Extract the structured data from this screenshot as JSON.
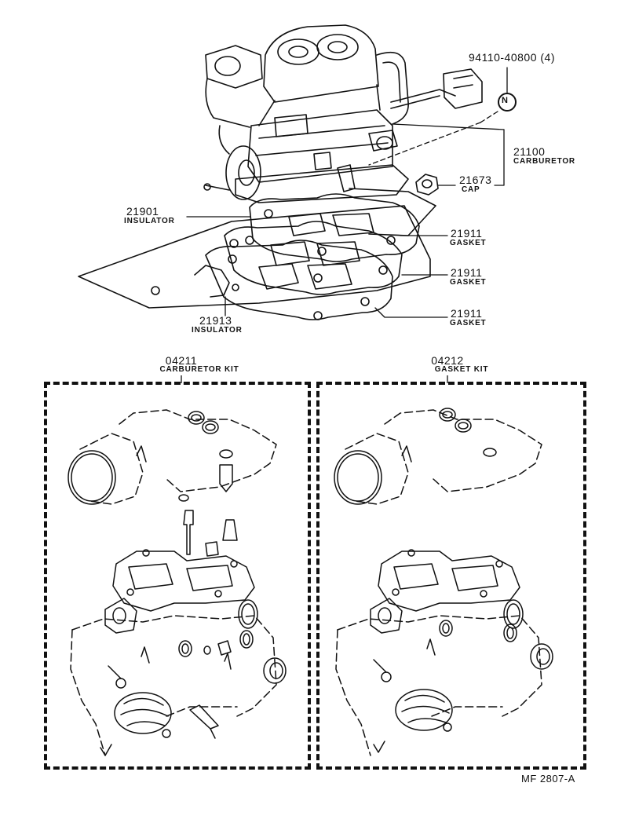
{
  "callouts": {
    "bolt": {
      "part": "94110-40800 (4)",
      "symbol": "N"
    },
    "carb": {
      "part": "21100",
      "name": "CARBURETOR"
    },
    "cap": {
      "part": "21673",
      "name": "CAP"
    },
    "ins1": {
      "part": "21901",
      "name": "INSULATOR"
    },
    "gasket1": {
      "part": "21911",
      "name": "GASKET"
    },
    "gasket2": {
      "part": "21911",
      "name": "GASKET"
    },
    "gasket3": {
      "part": "21911",
      "name": "GASKET"
    },
    "ins2": {
      "part": "21913",
      "name": "INSULATOR"
    }
  },
  "kits": [
    {
      "part": "04211",
      "name": "CARBURETOR KIT"
    },
    {
      "part": "04212",
      "name": "GASKET KIT"
    }
  ],
  "ref_code": "MF 2807-A",
  "colors": {
    "ink": "#111111",
    "paper": "#ffffff"
  }
}
